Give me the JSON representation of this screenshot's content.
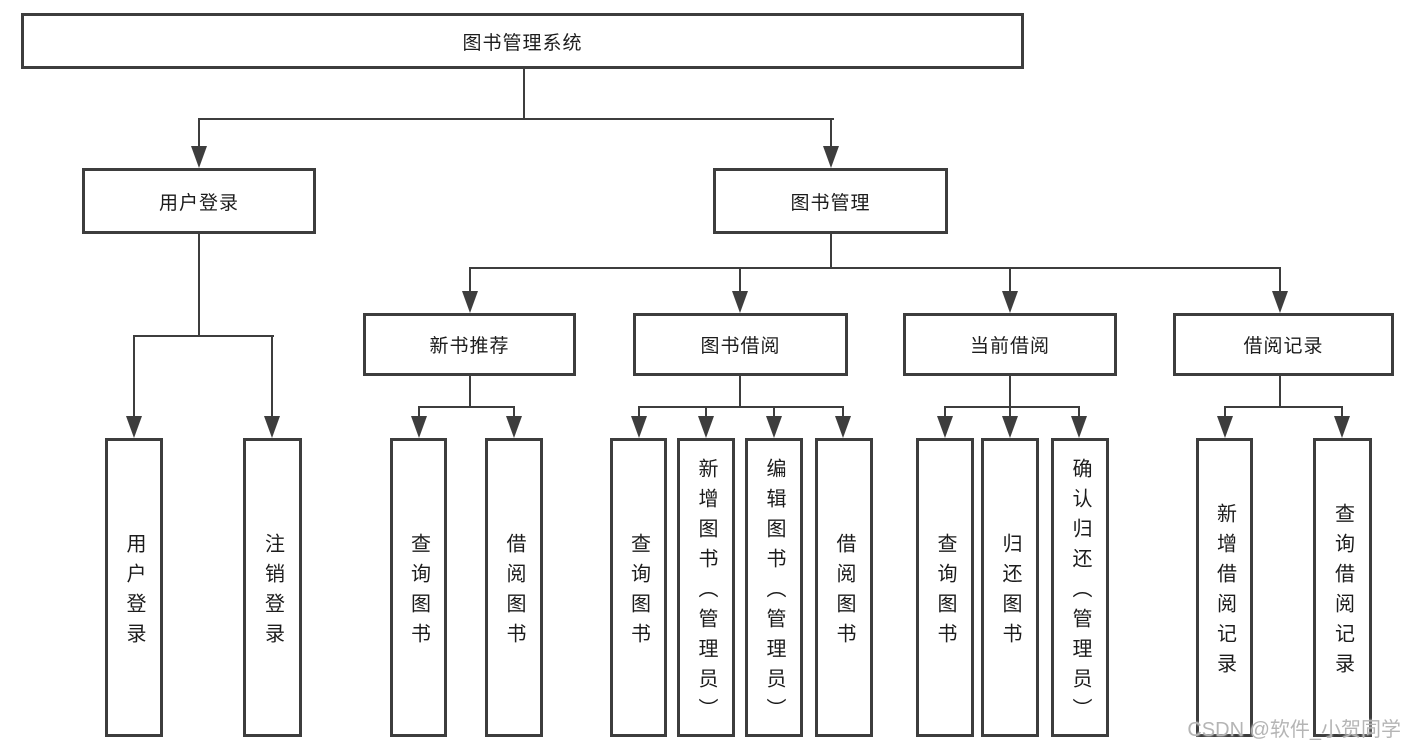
{
  "diagram_type": "hierarchy-tree",
  "colors": {
    "background": "#ffffff",
    "line": "#3d3d3d",
    "text": "#1c1c1c",
    "watermark": "#b5b5b5"
  },
  "tree": {
    "label": "图书管理系统",
    "children": [
      {
        "label": "用户登录",
        "children": [
          {
            "label": "用户登录"
          },
          {
            "label": "注销登录"
          }
        ]
      },
      {
        "label": "图书管理",
        "children": [
          {
            "label": "新书推荐",
            "children": [
              {
                "label": "查询图书"
              },
              {
                "label": "借阅图书"
              }
            ]
          },
          {
            "label": "图书借阅",
            "children": [
              {
                "label": "查询图书"
              },
              {
                "label": "新增图书（管理员）"
              },
              {
                "label": "编辑图书（管理员）"
              },
              {
                "label": "借阅图书"
              }
            ]
          },
          {
            "label": "当前借阅",
            "children": [
              {
                "label": "查询图书"
              },
              {
                "label": "归还图书"
              },
              {
                "label": "确认归还（管理员）"
              }
            ]
          },
          {
            "label": "借阅记录",
            "children": [
              {
                "label": "新增借阅记录"
              },
              {
                "label": "查询借阅记录"
              }
            ]
          }
        ]
      }
    ]
  },
  "watermark": {
    "text": "CSDN @软件_小贺同学"
  }
}
